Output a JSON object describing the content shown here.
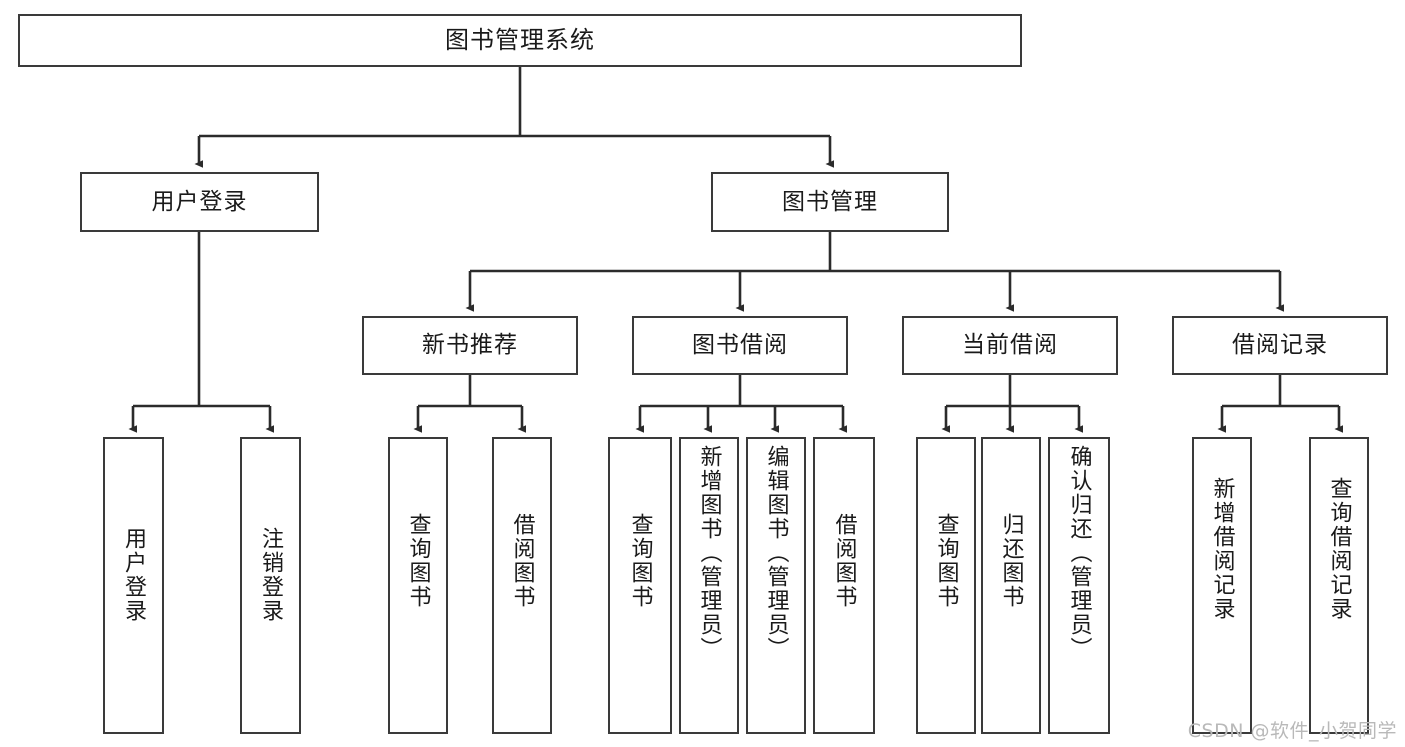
{
  "diagram": {
    "title": "图书管理系统",
    "type": "tree",
    "watermark": "CSDN @软件_小贺同学",
    "colors": {
      "background": "#ffffff",
      "border": "#3a3a3a",
      "text": "#1a1a1a",
      "edge": "#2b2b2b",
      "watermark": "#b9b9b9"
    },
    "nodes": {
      "root": {
        "label": "图书管理系统",
        "level": 1
      },
      "user_login": {
        "label": "用户登录",
        "level": 2
      },
      "book_manage": {
        "label": "图书管理",
        "level": 2
      },
      "new_book_rec": {
        "label": "新书推荐",
        "level": 3
      },
      "book_borrow": {
        "label": "图书借阅",
        "level": 3
      },
      "current_borrow": {
        "label": "当前借阅",
        "level": 3
      },
      "borrow_record": {
        "label": "借阅记录",
        "level": 3
      },
      "leaf_user_login": {
        "label": "用户登录",
        "level": 4
      },
      "leaf_user_logout": {
        "label": "注销登录",
        "level": 4
      },
      "leaf_query_book_1": {
        "label": "查询图书",
        "level": 4
      },
      "leaf_borrow_book_1": {
        "label": "借阅图书",
        "level": 4
      },
      "leaf_query_book_2": {
        "label": "查询图书",
        "level": 4
      },
      "leaf_add_book": {
        "label": "新增图书（管理员）",
        "level": 4
      },
      "leaf_edit_book": {
        "label": "编辑图书（管理员）",
        "level": 4
      },
      "leaf_borrow_book_2": {
        "label": "借阅图书",
        "level": 4
      },
      "leaf_query_book_3": {
        "label": "查询图书",
        "level": 4
      },
      "leaf_return_book": {
        "label": "归还图书",
        "level": 4
      },
      "leaf_confirm_return": {
        "label": "确认归还（管理员）",
        "level": 4
      },
      "leaf_add_record": {
        "label": "新增借阅记录",
        "level": 4
      },
      "leaf_query_record": {
        "label": "查询借阅记录",
        "level": 4
      }
    },
    "edges": [
      {
        "from": "root",
        "to": "user_login"
      },
      {
        "from": "root",
        "to": "book_manage"
      },
      {
        "from": "user_login",
        "to": "leaf_user_login"
      },
      {
        "from": "user_login",
        "to": "leaf_user_logout"
      },
      {
        "from": "book_manage",
        "to": "new_book_rec"
      },
      {
        "from": "book_manage",
        "to": "book_borrow"
      },
      {
        "from": "book_manage",
        "to": "current_borrow"
      },
      {
        "from": "book_manage",
        "to": "borrow_record"
      },
      {
        "from": "new_book_rec",
        "to": "leaf_query_book_1"
      },
      {
        "from": "new_book_rec",
        "to": "leaf_borrow_book_1"
      },
      {
        "from": "book_borrow",
        "to": "leaf_query_book_2"
      },
      {
        "from": "book_borrow",
        "to": "leaf_add_book"
      },
      {
        "from": "book_borrow",
        "to": "leaf_edit_book"
      },
      {
        "from": "book_borrow",
        "to": "leaf_borrow_book_2"
      },
      {
        "from": "current_borrow",
        "to": "leaf_query_book_3"
      },
      {
        "from": "current_borrow",
        "to": "leaf_return_book"
      },
      {
        "from": "current_borrow",
        "to": "leaf_confirm_return"
      },
      {
        "from": "borrow_record",
        "to": "leaf_add_record"
      },
      {
        "from": "borrow_record",
        "to": "leaf_query_record"
      }
    ]
  }
}
